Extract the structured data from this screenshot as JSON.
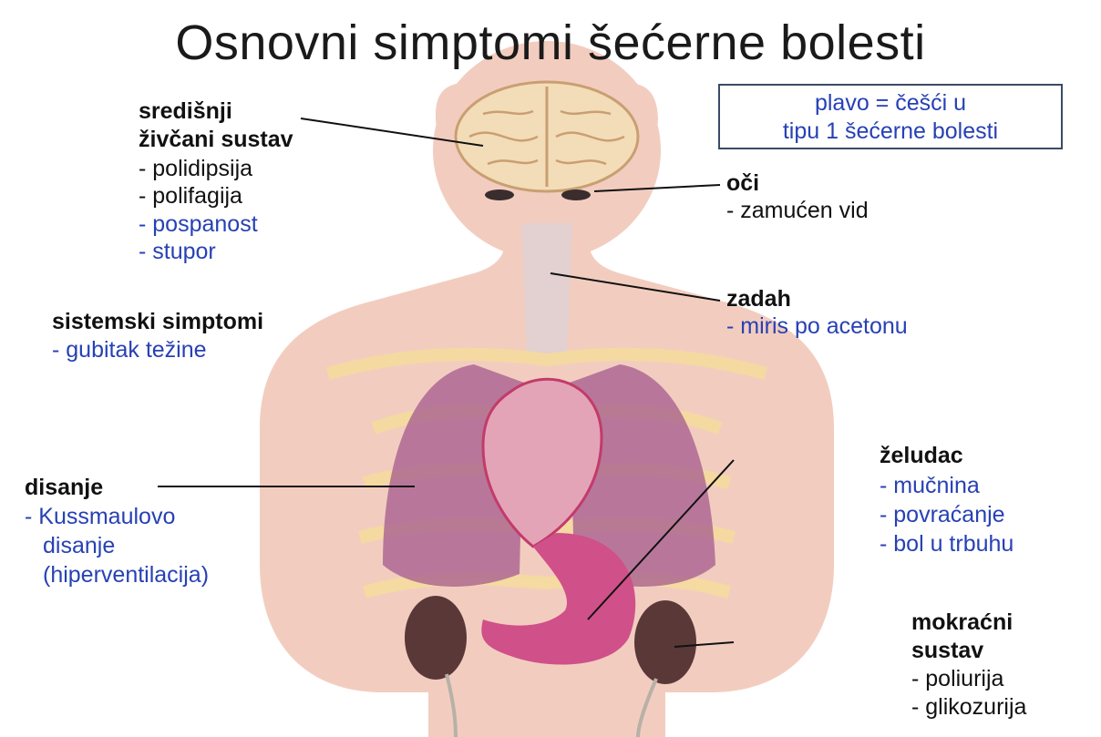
{
  "title": "Osnovni simptomi šećerne bolesti",
  "legend": {
    "line1": "plavo = češći u",
    "line2": "tipu 1 šećerne bolesti"
  },
  "colors": {
    "common": "#111111",
    "type1": "#2741b4",
    "skin": "#f2cdbf",
    "lungs": "#a45a8e",
    "stomach": "#d0508a",
    "kidneys": "#5a3838",
    "brain": "#f3ddb8"
  },
  "groups": {
    "cns": {
      "h1": "središnji",
      "h2": "živčani sustav",
      "items": [
        "- polidipsija",
        "- polifagija",
        "- pospanost",
        "- stupor"
      ]
    },
    "systemic": {
      "heading": "sistemski simptomi",
      "items": [
        "- gubitak težine"
      ]
    },
    "breathing": {
      "heading": "disanje",
      "items": [
        "- Kussmaulovo",
        "disanje",
        "(hiperventilacija)"
      ]
    },
    "eyes": {
      "heading": "oči",
      "items": [
        "- zamućen vid"
      ]
    },
    "breath": {
      "heading": "zadah",
      "items": [
        "- miris po acetonu"
      ]
    },
    "stomach": {
      "heading": "želudac",
      "items": [
        "- mučnina",
        "- povraćanje",
        "- bol u trbuhu"
      ]
    },
    "urinary": {
      "h1": "mokraćni",
      "h2": "sustav",
      "items": [
        "- poliurija",
        "- glikozurija"
      ]
    }
  }
}
